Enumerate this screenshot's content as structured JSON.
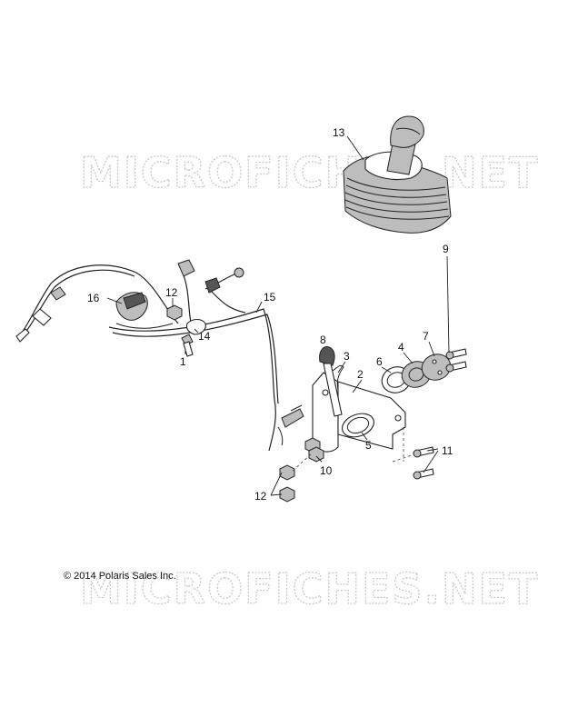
{
  "watermark": "MICROFICHES.NET",
  "copyright": "© 2014 Polaris Sales Inc.",
  "callouts": [
    "13",
    "16",
    "12",
    "15",
    "14",
    "1",
    "9",
    "8",
    "3",
    "7",
    "4",
    "6",
    "2",
    "5",
    "11",
    "10",
    "12"
  ]
}
